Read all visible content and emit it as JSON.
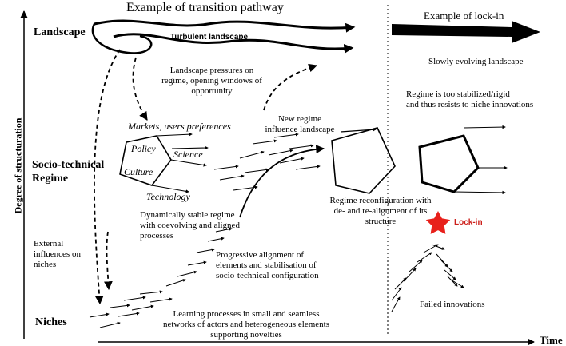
{
  "title_left": "Example of transition pathway",
  "title_right": "Example of lock-in",
  "y_axis_label": "Degree of structuration",
  "x_axis_label": "Time",
  "levels": {
    "landscape": "Landscape",
    "regime": "Socio-technical\nRegime",
    "niches": "Niches"
  },
  "landscape": {
    "turbulent": "Turbulent landscape",
    "pressures": "Landscape pressures on\nregime, opening windows of\nopportunity",
    "slow": "Slowly evolving landscape"
  },
  "regime": {
    "markets": "Markets, users preferences",
    "policy": "Policy",
    "science": "Science",
    "culture": "Culture",
    "technology": "Technology",
    "stable": "Dynamically stable regime\nwith coevolving and aligned\nprocesses",
    "new_influence": "New regime\ninfluence landscape",
    "reconfig": "Regime reconfiguration with\nde- and re-alignment of its\nstructure",
    "rigid": "Regime is too stabilized/rigid\nand thus resists to niche innovations",
    "lockin": "Lock-in"
  },
  "niches": {
    "external": "External\ninfluences on\nniches",
    "alignment": "Progressive alignment of\nelements and stabilisation of\nsocio-technical configuration",
    "learning": "Learning processes in small and seamless\nnetworks of actors and heterogeneous elements\nsupporting novelties",
    "failed": "Failed innovations"
  },
  "colors": {
    "ink": "#000000",
    "star": "#e8201b",
    "lock_text": "#cc1f1a"
  }
}
